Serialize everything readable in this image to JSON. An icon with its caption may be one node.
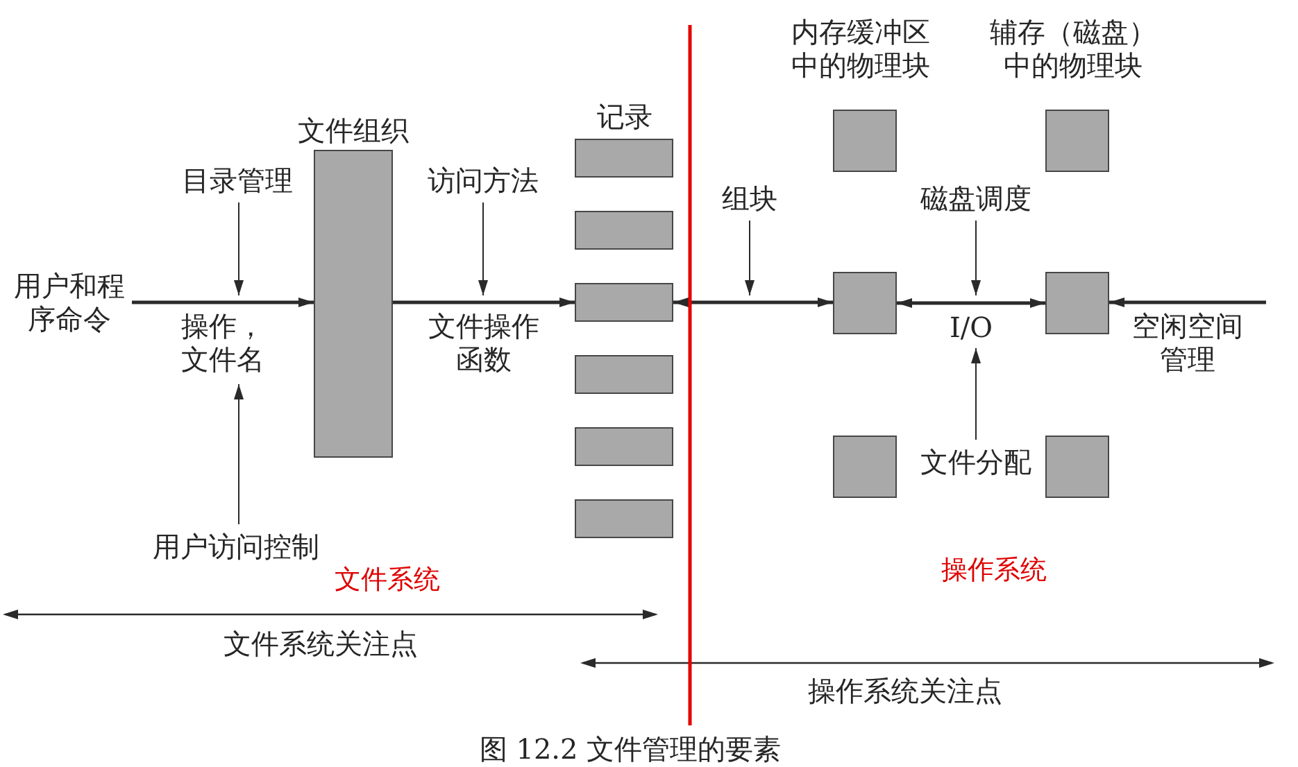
{
  "diagram": {
    "caption": "图 12.2 文件管理的要素",
    "nodes": [
      {
        "text": [
          "用户和程序命令"
        ]
      },
      {
        "text": [
          "目录管理"
        ]
      },
      {
        "text": [
          "用户访问控制"
        ]
      },
      {
        "text": [
          "文件组织"
        ]
      },
      {
        "text": [
          "访问方法"
        ]
      },
      {
        "text": [],
        "shape": "box"
      },
      {
        "text": [],
        "shape": "box"
      },
      {
        "text": [],
        "shape": "box"
      },
      {
        "text": [],
        "shape": "box"
      },
      {
        "text": [],
        "shape": "box"
      },
      {
        "text": [],
        "shape": "box"
      },
      {
        "text": [
          "组块"
        ]
      },
      {
        "text": [],
        "shape": "box"
      },
      {
        "text": [],
        "shape": "box"
      },
      {
        "text": [],
        "shape": "box"
      },
      {
        "text": [
          "磁盘调度"
        ]
      },
      {
        "text": [
          "文件分配"
        ]
      },
      {
        "text": [],
        "shape": "box"
      },
      {
        "text": [],
        "shape": "box"
      },
      {
        "text": [],
        "shape": "box"
      }
    ],
    "edges": [
      {
        "from": 0,
        "to": 3,
        "arrow": "to",
        "label": "操作，文件名",
        "style": "thick"
      },
      {
        "from": 1,
        "to": null,
        "arrow": "to"
      },
      {
        "from": 2,
        "to": null,
        "arrow": "to"
      },
      {
        "from": 3,
        "to": 7,
        "arrow": "to",
        "label": "文件操作函数",
        "style": "thick"
      },
      {
        "from": 4,
        "to": null,
        "arrow": "to"
      },
      {
        "from": 7,
        "to": 13,
        "arrow": "both",
        "style": "thick"
      },
      {
        "from": 11,
        "to": null,
        "arrow": "to"
      },
      {
        "from": 13,
        "to": 18,
        "arrow": "both",
        "label": "I/O",
        "style": "thick"
      },
      {
        "from": 15,
        "to": null,
        "arrow": "to"
      },
      {
        "from": 16,
        "to": null,
        "arrow": "to"
      },
      {
        "from": null,
        "to": 18,
        "arrow": "to",
        "label": "空闲空间管理",
        "style": "thick"
      }
    ],
    "labels": [
      "记录",
      "内存缓冲区中的物理块",
      "辅存（磁盘）中的物理块",
      "文件系统",
      "操作系统",
      "文件系统关注点",
      "操作系统关注点"
    ]
  }
}
